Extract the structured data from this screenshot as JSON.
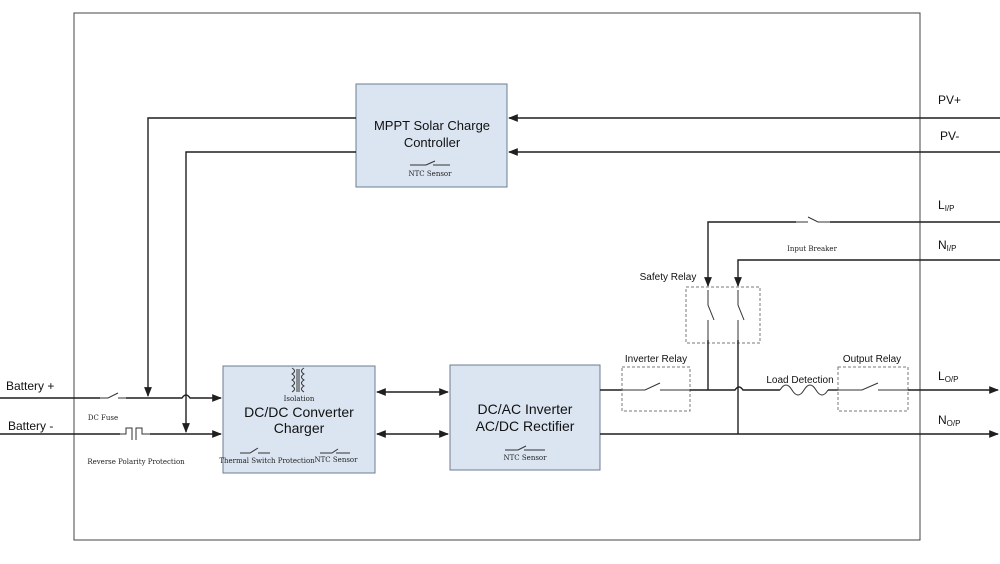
{
  "blocks": {
    "mppt": {
      "line1": "MPPT  Solar Charge",
      "line2": "Controller",
      "sensor": "NTC Sensor"
    },
    "dcdc": {
      "line1": "DC/DC Converter",
      "line2": "Charger",
      "isolation": "Isolation",
      "thermal": "Thermal Switch Protection",
      "sensor": "NTC Sensor"
    },
    "inverter": {
      "line1": "DC/AC Inverter",
      "line2": "AC/DC Rectifier",
      "sensor": "NTC Sensor"
    }
  },
  "terminals": {
    "pv_plus": "PV+",
    "pv_minus": "PV-",
    "l_in": {
      "main": "L",
      "sub": "I/P"
    },
    "n_in": {
      "main": "N",
      "sub": "I/P"
    },
    "l_out": {
      "main": "L",
      "sub": "O/P"
    },
    "n_out": {
      "main": "N",
      "sub": "O/P"
    },
    "battery_plus": "Battery +",
    "battery_minus": "Battery -"
  },
  "components": {
    "dc_fuse": "DC Fuse",
    "reverse_polarity": "Reverse Polarity Protection",
    "input_breaker": "Input Breaker",
    "safety_relay": "Safety Relay",
    "inverter_relay": "Inverter Relay",
    "load_detection": "Load Detection",
    "output_relay": "Output Relay"
  },
  "colors": {
    "block_fill": "#dbe5f1",
    "block_stroke": "#6b7c93",
    "wire": "#1f1f1f"
  }
}
